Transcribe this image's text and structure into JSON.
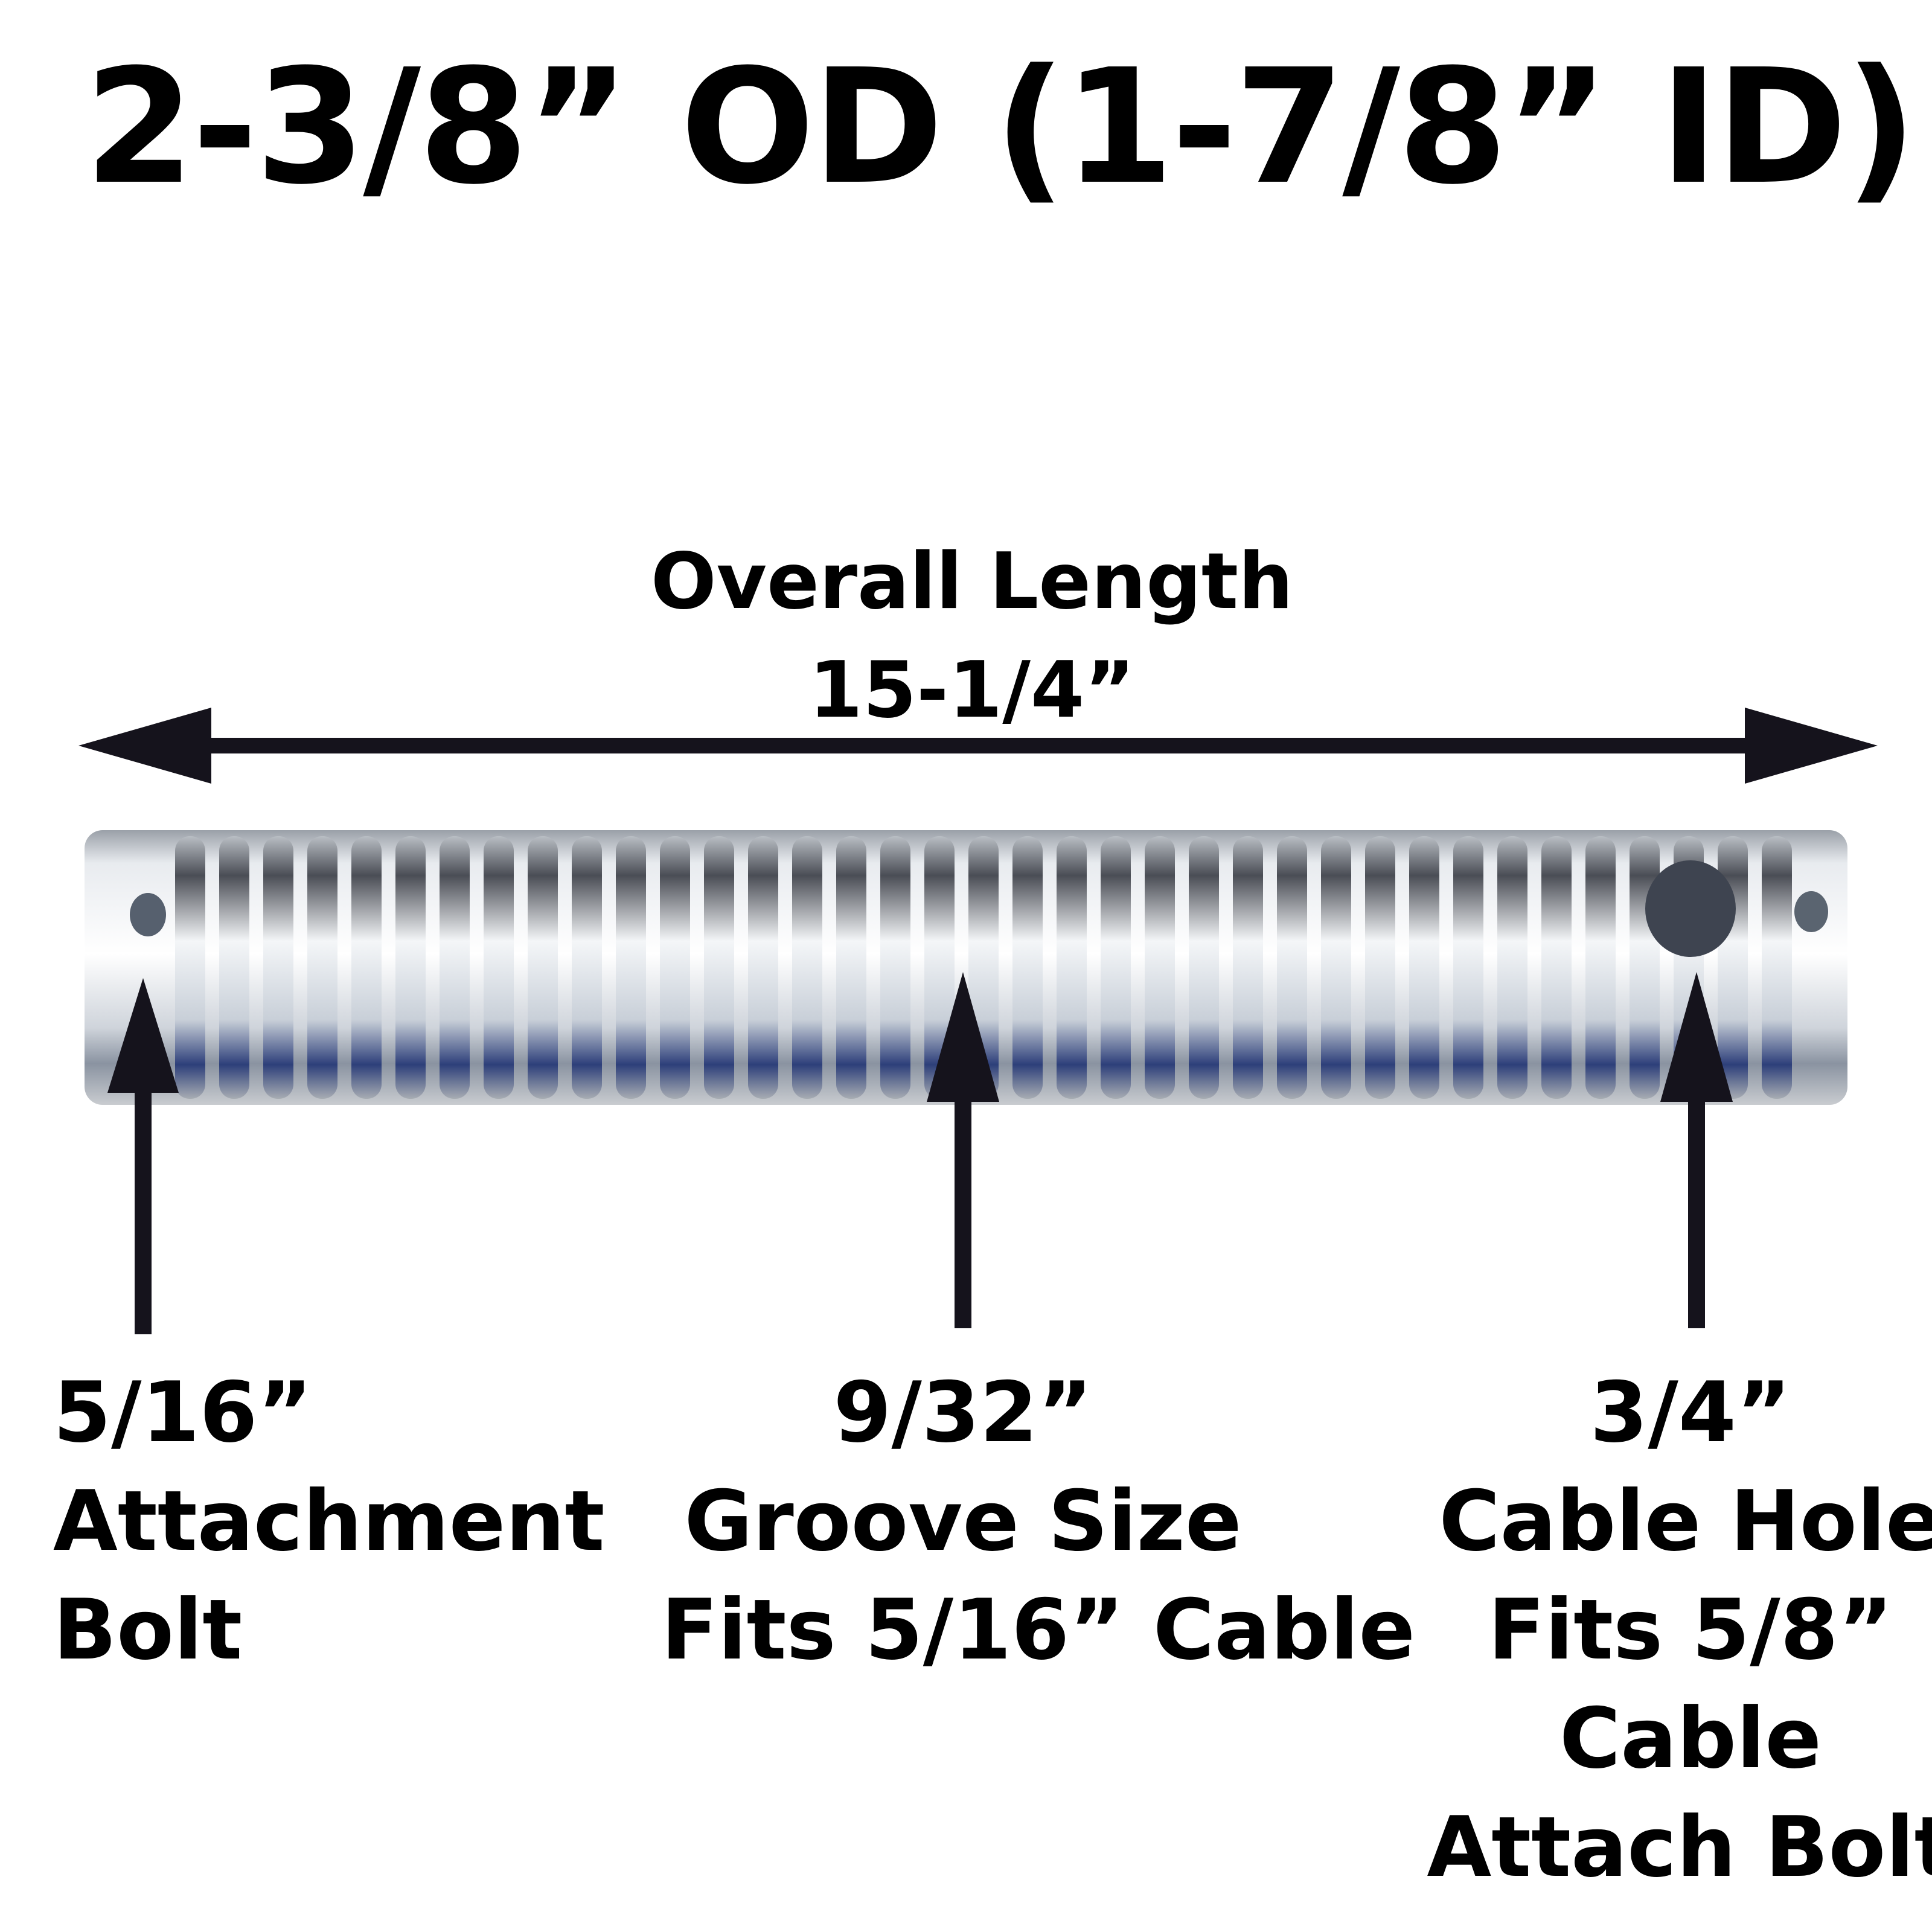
{
  "title": "2-3/8” OD (1-7/8” ID)",
  "overall_length": {
    "label": "Overall Length",
    "value": "15-1/4”"
  },
  "callouts": [
    {
      "lines": [
        "5/16”",
        "Attachment",
        "Bolt"
      ]
    },
    {
      "lines": [
        "9/32”",
        "Groove Size",
        "Fits 5/16” Cable"
      ]
    },
    {
      "lines": [
        "3/4”",
        "Cable Hole",
        "Fits 5/8”",
        "Cable",
        "Attach Bolt"
      ]
    }
  ],
  "colors": {
    "ink": "#15131c",
    "metal_light": "#e6e9ee",
    "metal_dark": "#6f7680"
  }
}
